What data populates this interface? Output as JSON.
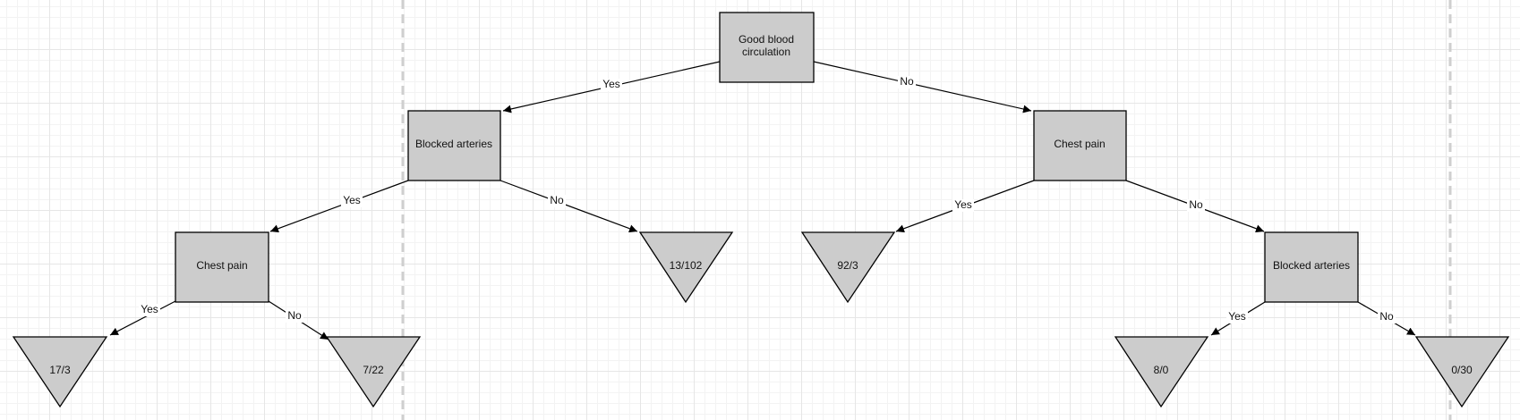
{
  "diagram": {
    "nodes": {
      "root": {
        "lines": [
          "Good blood",
          "circulation"
        ]
      },
      "left_decision": {
        "lines": [
          "Blocked arteries"
        ]
      },
      "right_decision": {
        "lines": [
          "Chest pain"
        ]
      },
      "left_left_decision": {
        "lines": [
          "Chest pain"
        ]
      },
      "right_right_decision": {
        "lines": [
          "Blocked arteries"
        ]
      }
    },
    "leaves": {
      "leaf_1": "17/3",
      "leaf_2": "7/22",
      "leaf_3": "13/102",
      "leaf_4": "92/3",
      "leaf_5": "8/0",
      "leaf_6": "0/30"
    },
    "edges": {
      "root_left": "Yes",
      "root_right": "No",
      "left_leftleft": "Yes",
      "left_leaf3": "No",
      "right_leaf4": "Yes",
      "right_rightright": "No",
      "leftleft_leaf1": "Yes",
      "leftleft_leaf2": "No",
      "rightright_leaf5": "Yes",
      "rightright_leaf6": "No"
    }
  }
}
